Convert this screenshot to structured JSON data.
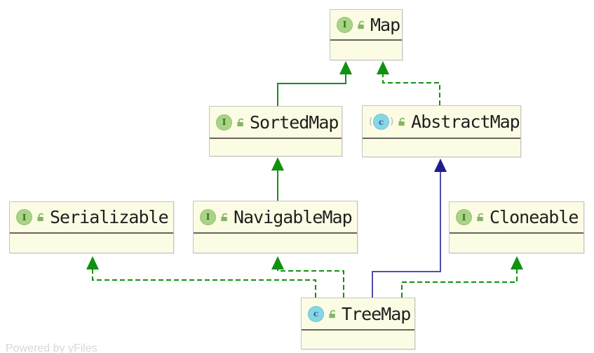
{
  "diagram": {
    "type": "uml-class-diagram",
    "watermark": "Powered by yFiles"
  },
  "nodes": [
    {
      "name": "Map",
      "kind": "interface",
      "icon_letter": "I",
      "visibility": "public"
    },
    {
      "name": "SortedMap",
      "kind": "interface",
      "icon_letter": "I",
      "visibility": "public"
    },
    {
      "name": "AbstractMap",
      "kind": "abstract-class",
      "icon_letter": "c",
      "visibility": "public"
    },
    {
      "name": "Serializable",
      "kind": "interface",
      "icon_letter": "I",
      "visibility": "public"
    },
    {
      "name": "NavigableMap",
      "kind": "interface",
      "icon_letter": "I",
      "visibility": "public"
    },
    {
      "name": "Cloneable",
      "kind": "interface",
      "icon_letter": "I",
      "visibility": "public"
    },
    {
      "name": "TreeMap",
      "kind": "class",
      "icon_letter": "c",
      "visibility": "public"
    }
  ],
  "edges": [
    {
      "from": "SortedMap",
      "to": "Map",
      "relation": "extends",
      "line": "solid",
      "color": "#119111"
    },
    {
      "from": "AbstractMap",
      "to": "Map",
      "relation": "implements",
      "line": "dashed",
      "color": "#119111"
    },
    {
      "from": "NavigableMap",
      "to": "SortedMap",
      "relation": "extends",
      "line": "solid",
      "color": "#119111"
    },
    {
      "from": "TreeMap",
      "to": "Serializable",
      "relation": "implements",
      "line": "dashed",
      "color": "#119111"
    },
    {
      "from": "TreeMap",
      "to": "NavigableMap",
      "relation": "implements",
      "line": "dashed",
      "color": "#119111"
    },
    {
      "from": "TreeMap",
      "to": "AbstractMap",
      "relation": "extends",
      "line": "solid",
      "color": "#4f4fae"
    },
    {
      "from": "TreeMap",
      "to": "Cloneable",
      "relation": "implements",
      "line": "dashed",
      "color": "#119111"
    }
  ],
  "colors": {
    "node_fill": "#fcfce4",
    "node_border": "#c4c4c4",
    "divider": "#66665c",
    "green_edge": "#119111",
    "blue_edge": "#4f4fae",
    "blue_arrowhead": "#1c1c8f",
    "interface_icon_bg": "#a9d487",
    "class_icon_bg": "#89d5e8",
    "lock_green": "#85b564",
    "watermark_gray": "#d7d7d7"
  }
}
